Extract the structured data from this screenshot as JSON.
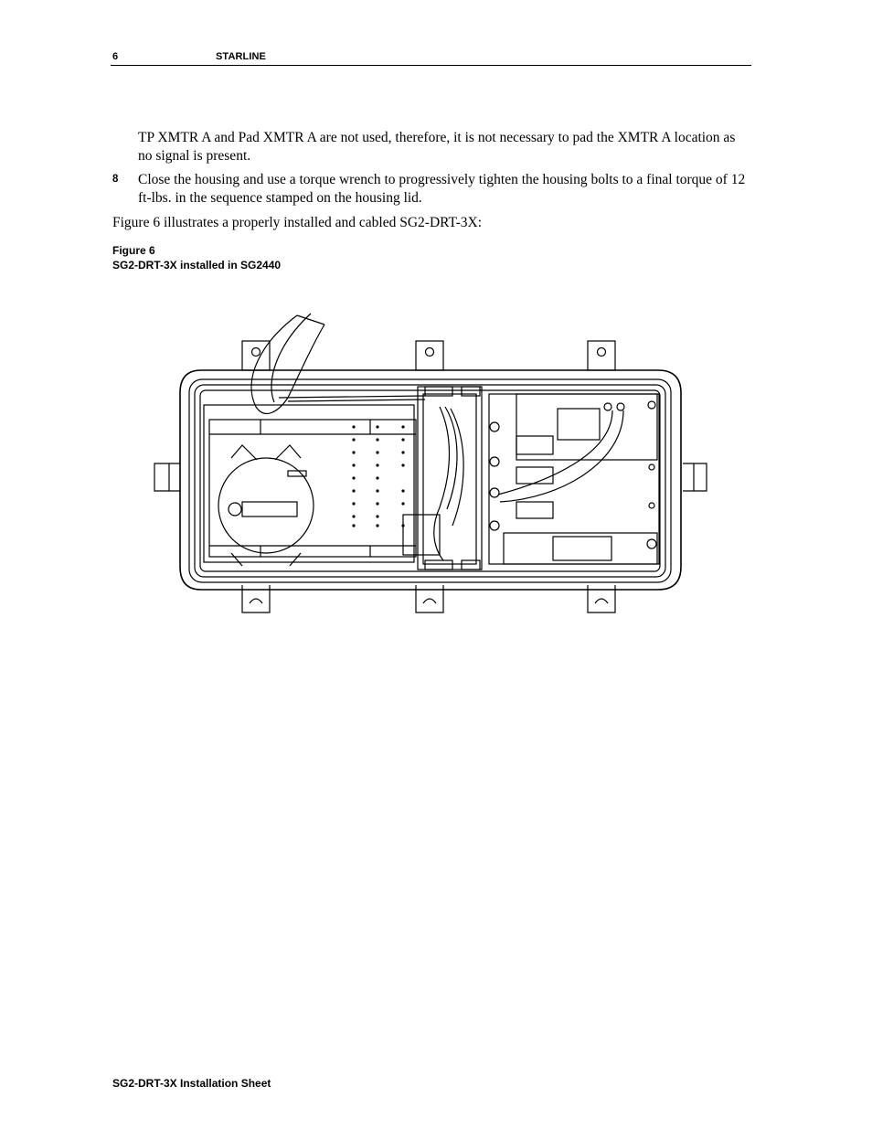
{
  "header": {
    "page_number": "6",
    "title": "STARLINE"
  },
  "body": {
    "para_1": "TP XMTR A and Pad XMTR A are not used, therefore, it is not necessary to pad the XMTR A location as no signal is present.",
    "step_number": "8",
    "para_2": "Close the housing and use a torque wrench to progressively tighten the housing bolts to a final torque of 12 ft-lbs. in the sequence stamped on the housing lid.",
    "para_3": "Figure 6 illustrates a properly installed and cabled SG2-DRT-3X:"
  },
  "figure": {
    "label": "Figure 6",
    "caption": "SG2-DRT-3X installed in SG2440"
  },
  "footer": {
    "title": "SG2-DRT-3X Installation Sheet"
  }
}
